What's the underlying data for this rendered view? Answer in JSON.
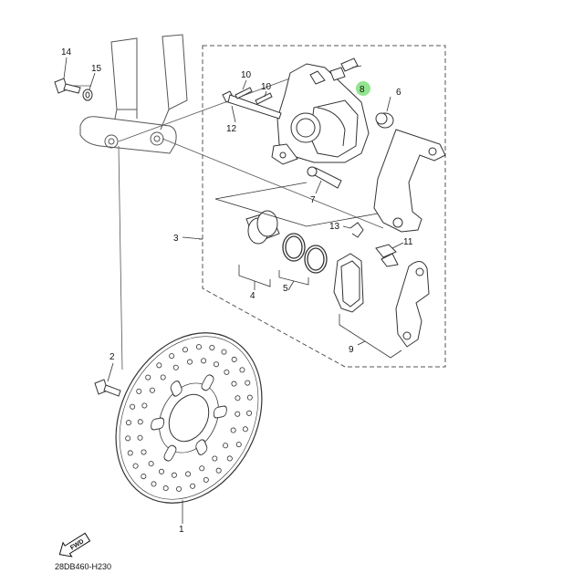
{
  "diagram_code": "28DB460-H230",
  "fwd_label": "FWD",
  "highlight_color": "#7fe07a",
  "callouts": {
    "c1": "1",
    "c2": "2",
    "c3": "3",
    "c4": "4",
    "c5": "5",
    "c6": "6",
    "c7": "7",
    "c8": "8",
    "c9": "9",
    "c10a": "10",
    "c10b": "10",
    "c11": "11",
    "c12": "12",
    "c13": "13",
    "c14": "14",
    "c15": "15"
  }
}
